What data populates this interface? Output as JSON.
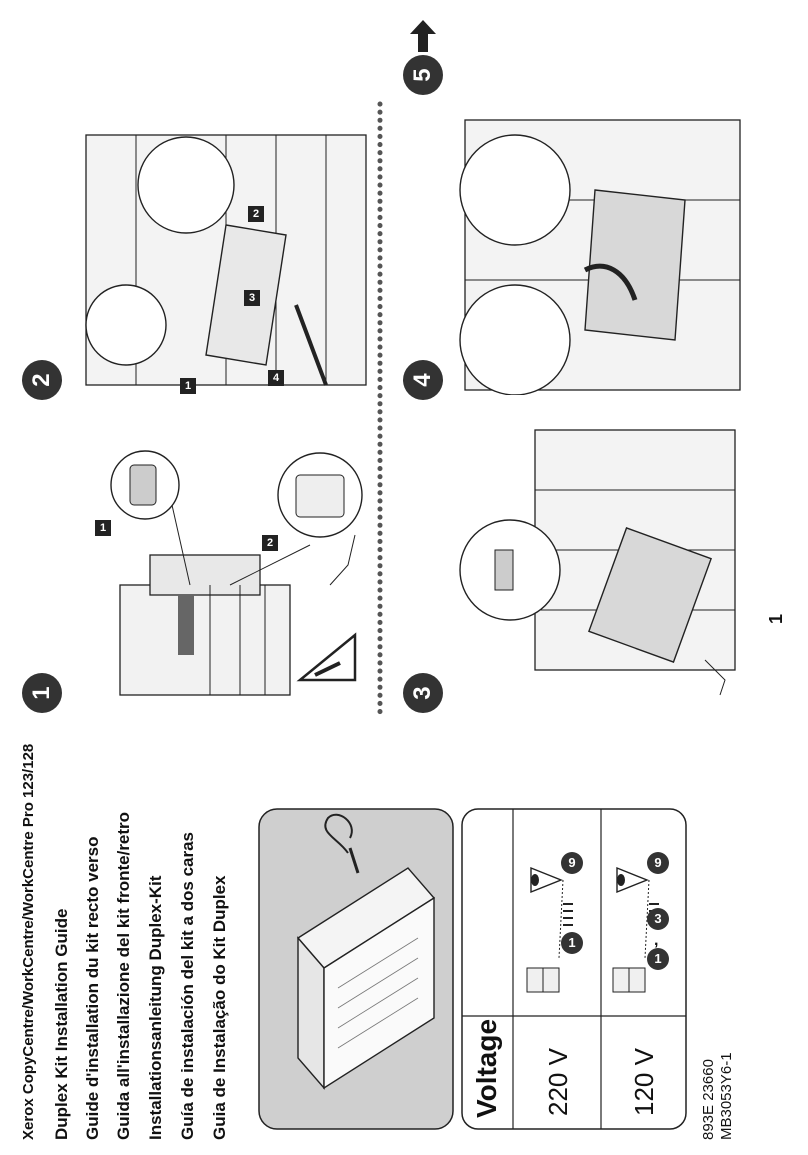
{
  "header": {
    "title": "Xerox CopyCentre/WorkCentre/WorkCentre Pro 123/128",
    "subtitles": [
      "Duplex Kit Installation Guide",
      "Guide d'installation du kit recto verso",
      "Guida all'installazione del kit fronte/retro",
      "Installationsanleitung Duplex-Kit",
      "Guía de instalación del kit a dos caras",
      "Guia de Instalação do Kit Duplex"
    ]
  },
  "voltage_table": {
    "heading": "Voltage",
    "rows": [
      {
        "voltage": "220 V",
        "start": "1",
        "separator": "",
        "second": "",
        "end": "9"
      },
      {
        "voltage": "120 V",
        "start": "1",
        "separator": ",",
        "second": "3",
        "end": "9"
      }
    ]
  },
  "codes": [
    "893E 23660",
    "MB3053Y6-1"
  ],
  "steps": [
    {
      "number": "1",
      "callouts": [
        "1",
        "2"
      ]
    },
    {
      "number": "2",
      "callouts": [
        "1",
        "2",
        "3",
        "4"
      ]
    },
    {
      "number": "3",
      "callouts": []
    },
    {
      "number": "4",
      "callouts": []
    }
  ],
  "next_step": "5",
  "page_number": "1",
  "colors": {
    "badge": "#333333",
    "panel_gray": "#cfcfcf",
    "dots": "#555555"
  },
  "icons": [
    "warning-triangle-icon",
    "up-arrow-icon",
    "eye-icon",
    "manual-book-icon"
  ]
}
